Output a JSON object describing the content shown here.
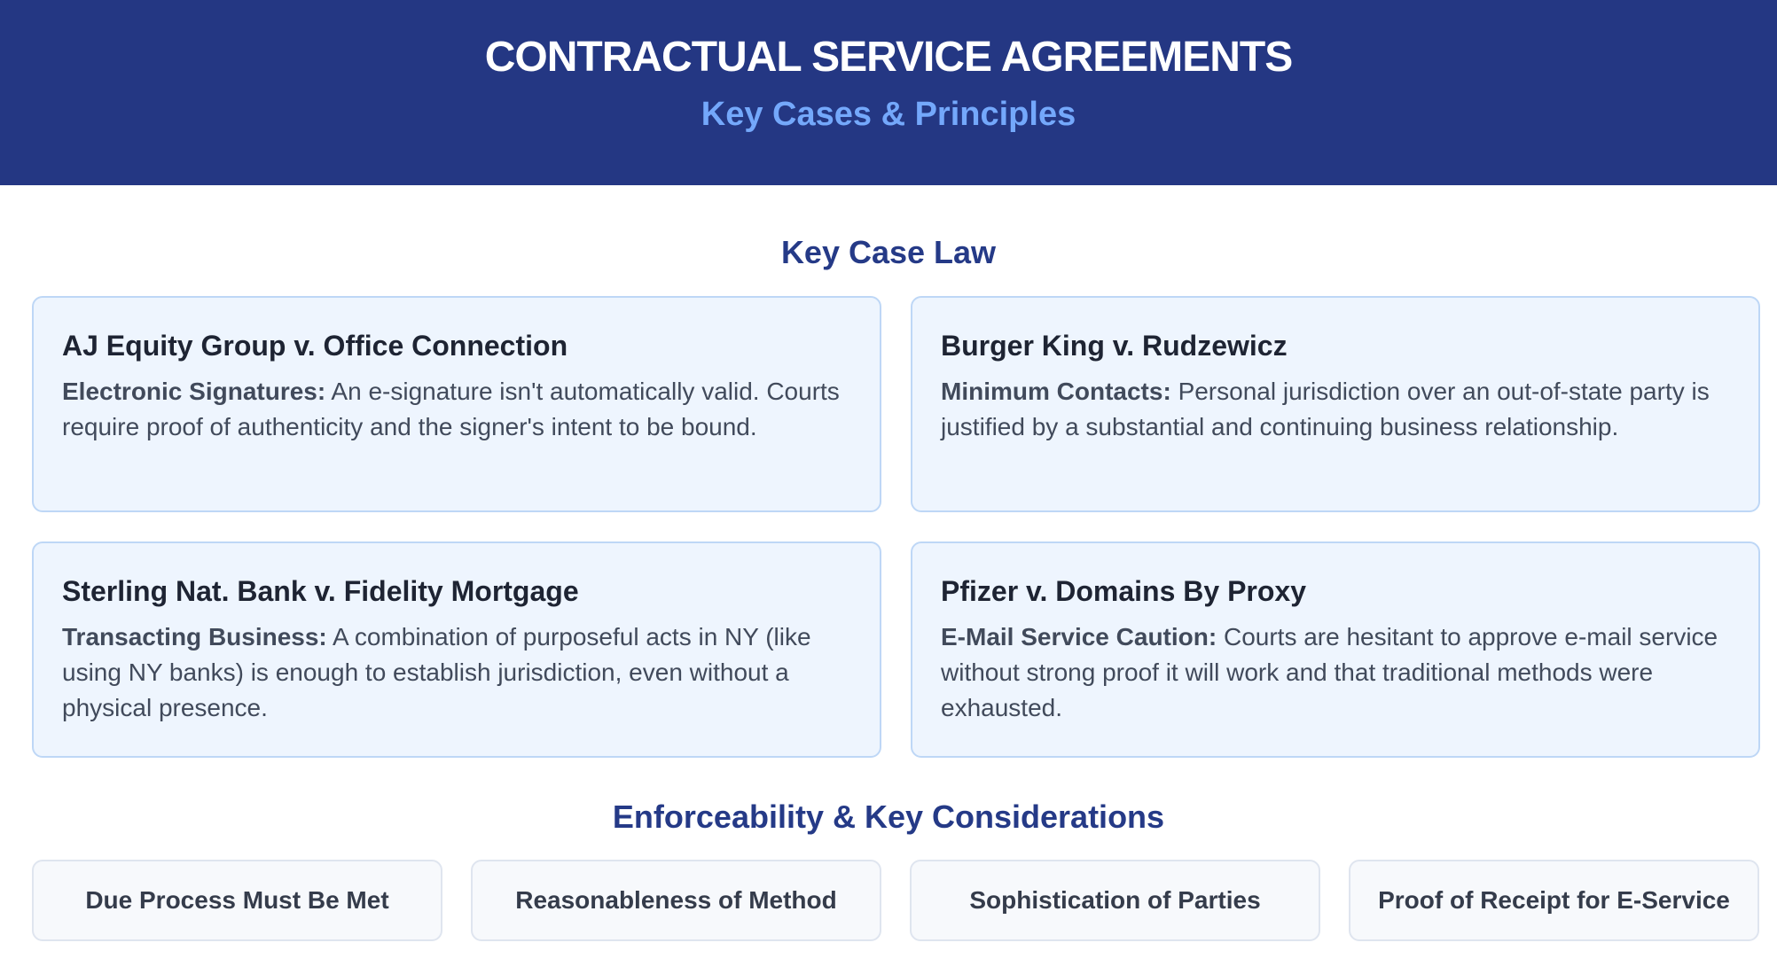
{
  "header": {
    "title": "CONTRACTUAL SERVICE AGREEMENTS",
    "subtitle": "Key Cases & Principles"
  },
  "cases_section": {
    "title": "Key Case Law",
    "cases": [
      {
        "title": "AJ Equity Group v. Office Connection",
        "label": "Electronic Signatures:",
        "text": "An e-signature isn't automatically valid. Courts require proof of authenticity and the signer's intent to be bound."
      },
      {
        "title": "Burger King v. Rudzewicz",
        "label": "Minimum Contacts:",
        "text": "Personal jurisdiction over an out-of-state party is justified by a substantial and continuing business relationship."
      },
      {
        "title": "Sterling Nat. Bank v. Fidelity Mortgage",
        "label": "Transacting Business:",
        "text": "A combination of purposeful acts in NY (like using NY banks) is enough to establish jurisdiction, even without a physical presence."
      },
      {
        "title": "Pfizer v. Domains By Proxy",
        "label": "E-Mail Service Caution:",
        "text": "Courts are hesitant to approve e-mail service without strong proof it will work and that traditional methods were exhausted."
      }
    ]
  },
  "considerations_section": {
    "title": "Enforceability & Key Considerations",
    "items": [
      "Due Process Must Be Met",
      "Reasonableness of Method",
      "Sophistication of Parties",
      "Proof of Receipt for E-Service"
    ]
  },
  "colors": {
    "header_background": "#243783",
    "subtitle": "#74a8fb",
    "section_title": "#253a87",
    "case_card_background": "#eef5fe",
    "case_card_border": "#bed7f6",
    "chip_background": "#f7f9fc",
    "chip_border": "#dfe5ef"
  }
}
